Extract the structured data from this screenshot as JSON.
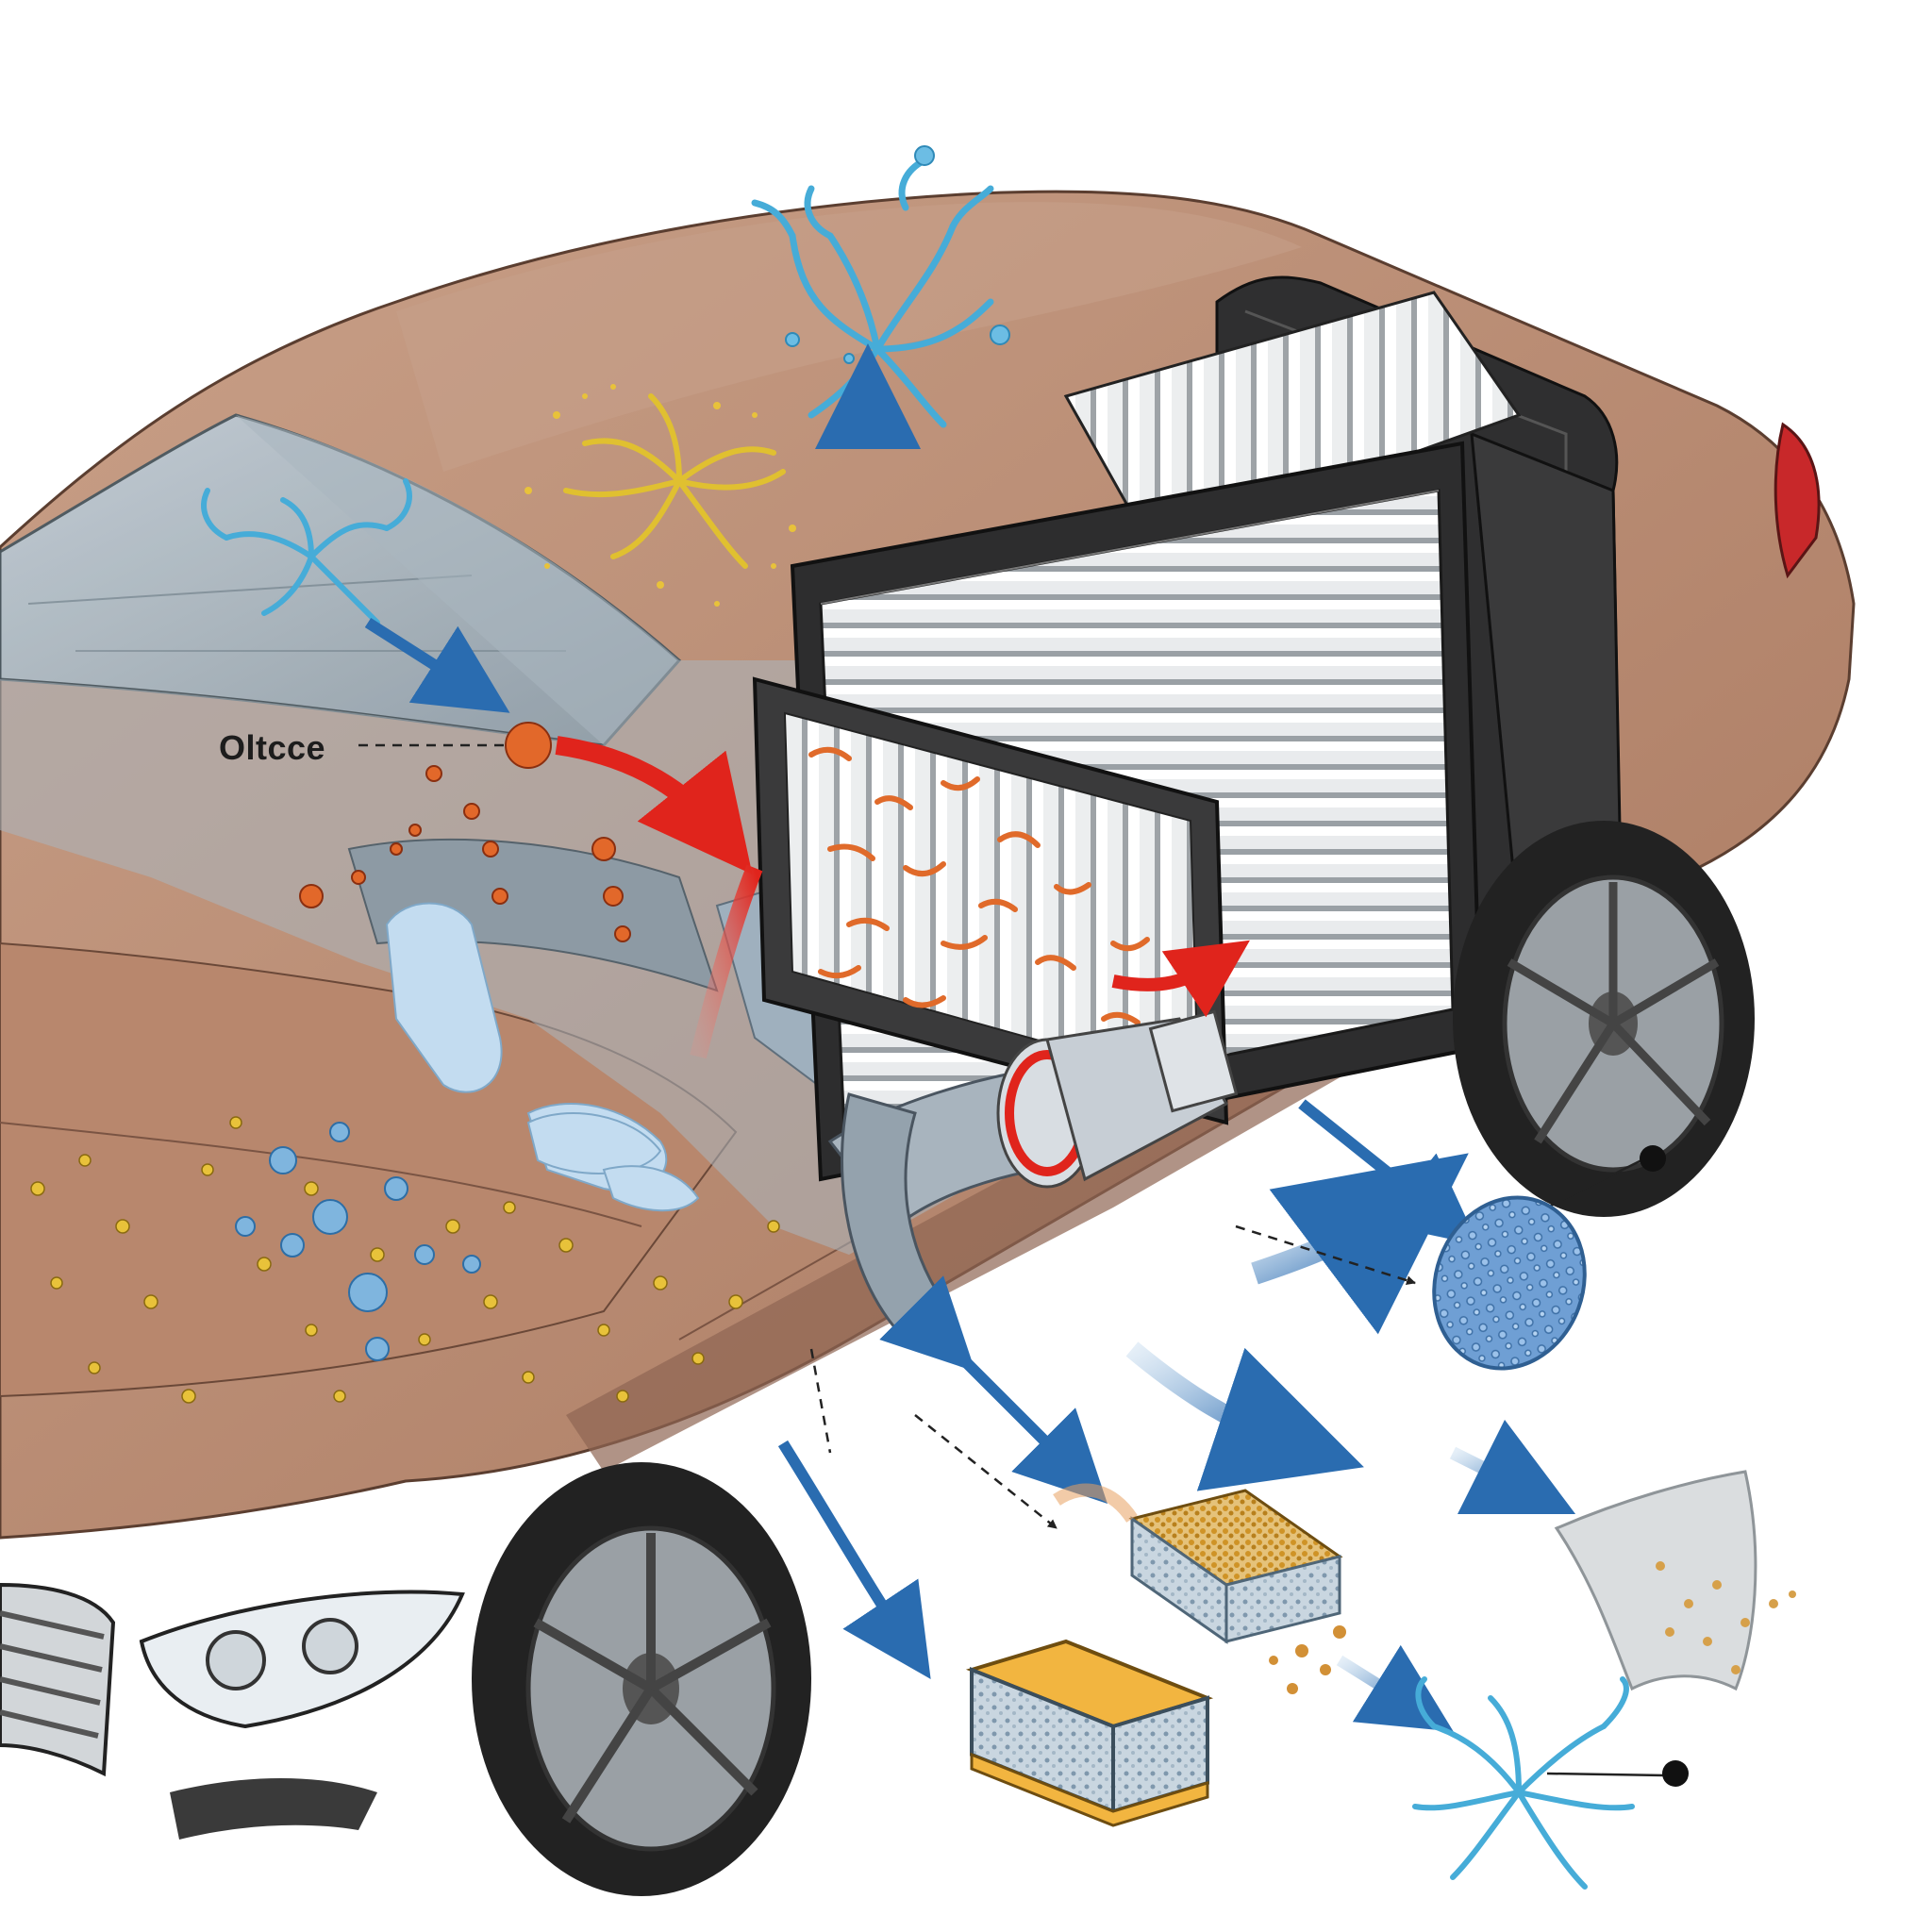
{
  "diagram": {
    "callouts": [
      {
        "id": "pollen-callout",
        "label": "Oltcce"
      }
    ],
    "components": [
      "car-body",
      "windshield",
      "cabin-air-filter-housing",
      "pleated-filter-element",
      "secondary-filter-frame",
      "blower-motor",
      "air-duct",
      "front-wheel",
      "rear-wheel",
      "headlight",
      "grille"
    ],
    "particles": [
      "mold-spore",
      "pollen",
      "dust",
      "water-droplet",
      "debris"
    ],
    "filter_media_samples": [
      "activated-carbon-layer",
      "layered-foam-pad",
      "mesh-disc",
      "fabric-sheet"
    ],
    "colors": {
      "car_body": "#b98a70",
      "car_shadow": "#8d6450",
      "filter_frame": "#3a3a3a",
      "filter_pleat": "#d6d8da",
      "airflow_blue": "#2f6fb3",
      "airflow_red": "#e0302a",
      "mold_blue": "#4fb3e0",
      "pollen_yellow": "#e8c23a",
      "pollen_orange": "#e2682a"
    }
  }
}
